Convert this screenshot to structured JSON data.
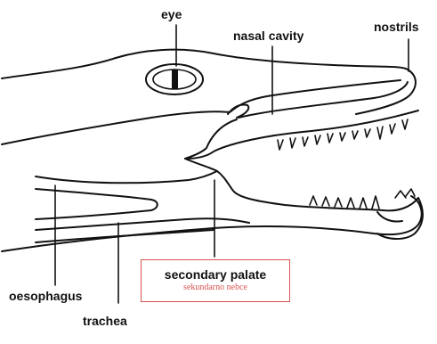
{
  "labels": {
    "eye": "eye",
    "nasal_cavity": "nasal cavity",
    "nostrils": "nostrils",
    "oesophagus": "oesophagus",
    "trachea": "trachea",
    "secondary_palate": "secondary palate",
    "secondary_palate_translation": "sekundarno nebce"
  },
  "colors": {
    "line": "#111111",
    "annotation_red": "#d9534f",
    "background": "#ffffff"
  }
}
